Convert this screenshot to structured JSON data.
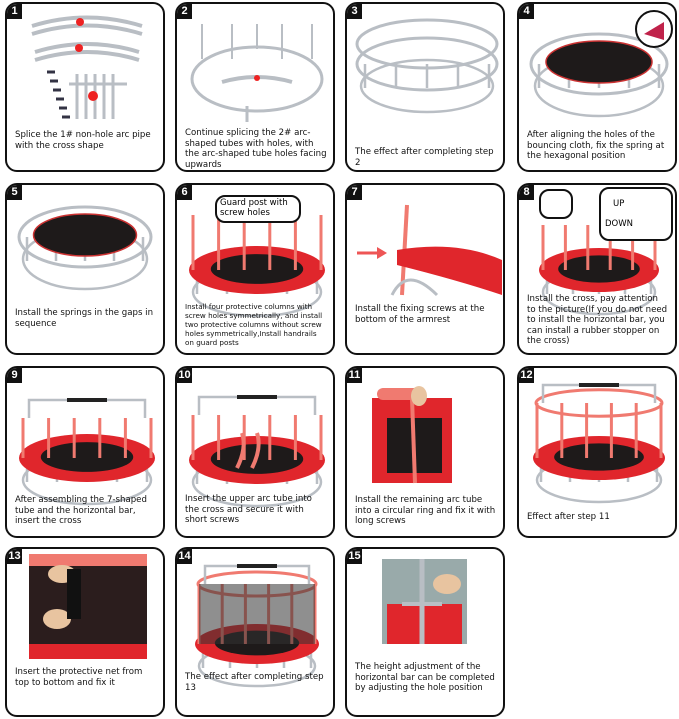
{
  "colors": {
    "trampoline_pad": "#e0262c",
    "mat": "#1e1a1a",
    "frame": "#b9bec4",
    "post": "#f07a70",
    "border": "#111111"
  },
  "steps": [
    {
      "number": "1",
      "caption": "Splice the 1# non-hole arc pipe with the cross shape"
    },
    {
      "number": "2",
      "caption": "Continue splicing the 2# arc-shaped tubes with holes, with the arc-shaped tube holes facing upwards"
    },
    {
      "number": "3",
      "caption": "The effect after completing step 2"
    },
    {
      "number": "4",
      "caption": "After aligning the holes of the bouncing cloth, fix the spring at the hexagonal position"
    },
    {
      "number": "5",
      "caption": "Install the springs in the gaps in sequence"
    },
    {
      "number": "6",
      "caption": "Install four protective columns with screw holes symmetrically, and install two protective columns without screw holes symmetrically,Install handrails on guard posts",
      "callout": "Guard post with screw holes"
    },
    {
      "number": "7",
      "caption": "Install the fixing screws at the bottom of the armrest"
    },
    {
      "number": "8",
      "caption": "Install the cross, pay attention to the picture(If you do not need to install the horizontal bar, you can install a rubber stopper on the cross)",
      "callout_up": "UP",
      "callout_down": "DOWN"
    },
    {
      "number": "9",
      "caption": "After assembling the 7-shaped tube and the horizontal bar, insert the cross"
    },
    {
      "number": "10",
      "caption": "Insert the upper arc tube into the cross and secure it with short screws"
    },
    {
      "number": "11",
      "caption": "Install the remaining arc tube into a circular ring and fix it with long screws"
    },
    {
      "number": "12",
      "caption": "Effect after step 11"
    },
    {
      "number": "13",
      "caption": "Insert the protective net from top to bottom and fix it"
    },
    {
      "number": "14",
      "caption": "The effect after completing step 13"
    },
    {
      "number": "15",
      "caption": "The height adjustment of the horizontal bar can be completed by adjusting the hole position"
    }
  ]
}
